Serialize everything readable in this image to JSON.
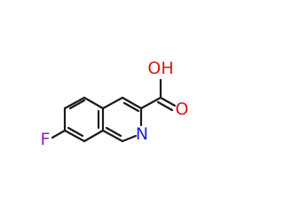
{
  "molecule": {
    "atoms": {
      "fluorine": {
        "label": "F",
        "color": "#8c1fb4"
      },
      "nitrogen": {
        "label": "N",
        "color": "#2020e0"
      },
      "hydroxyl": {
        "label": "OH",
        "color": "#e01414"
      },
      "carbonyl_oxygen": {
        "label": "O",
        "color": "#e01414"
      }
    },
    "bond_color": "#1a1a1a"
  }
}
